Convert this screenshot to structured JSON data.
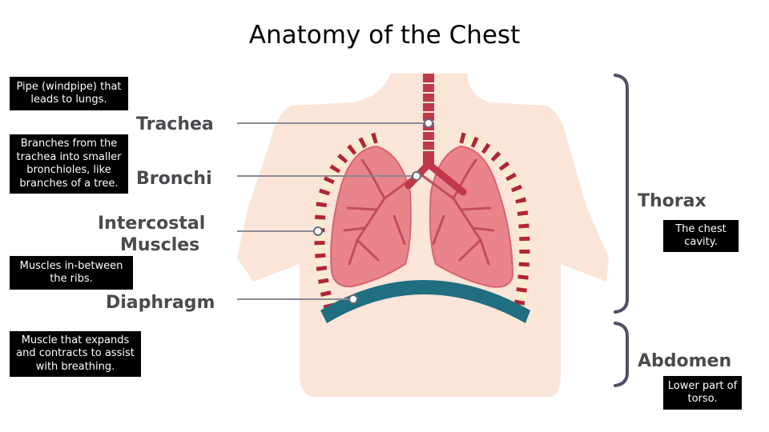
{
  "title": "Anatomy of the Chest",
  "labels": {
    "trachea": "Trachea",
    "bronchi": "Bronchi",
    "intercostal_line1": "Intercostal",
    "intercostal_line2": "Muscles",
    "diaphragm": "Diaphragm",
    "thorax": "Thorax",
    "abdomen": "Abdomen"
  },
  "notes": {
    "trachea": "Pipe (windpipe) that leads to lungs.",
    "bronchi": "Branches from the trachea into smaller bronchioles, like branches of a tree.",
    "intercostal": "Muscles in-between the ribs.",
    "diaphragm": "Muscle that expands and contracts to assist with breathing.",
    "thorax": "The chest cavity.",
    "abdomen": "Lower part of torso."
  },
  "colors": {
    "skin": "#fbe4d8",
    "lung": "#e9858a",
    "lung_edge": "#d9646c",
    "bronchiole": "#c24e5c",
    "trachea": "#c0384a",
    "rib_red": "#b22438",
    "rib_cream": "#f7ecd0",
    "diaphragm": "#1f6f80",
    "leader": "#8a8a96",
    "bracket": "#4f5068"
  }
}
